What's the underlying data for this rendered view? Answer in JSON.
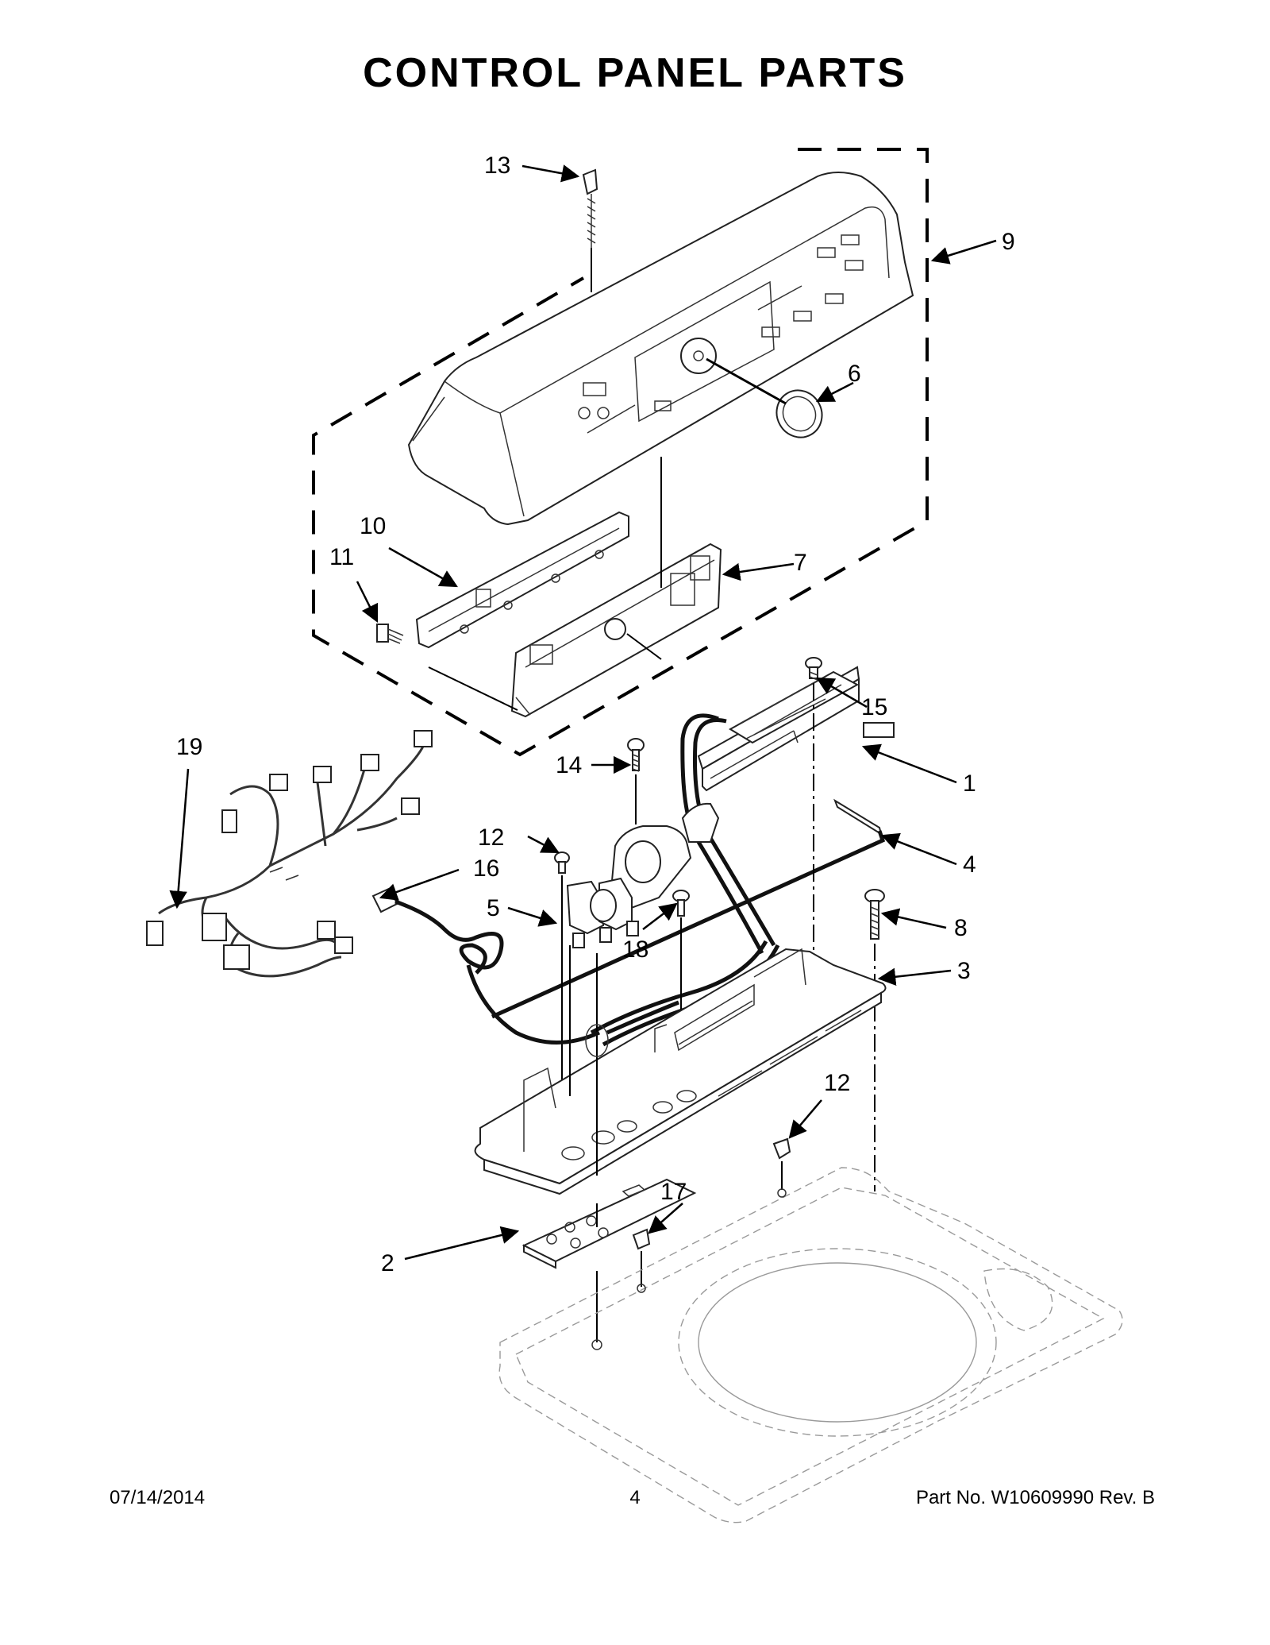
{
  "title": "CONTROL PANEL PARTS",
  "callouts": [
    "1",
    "2",
    "3",
    "4",
    "5",
    "6",
    "7",
    "8",
    "9",
    "10",
    "11",
    "12",
    "13",
    "14",
    "14",
    "15",
    "16",
    "17",
    "18",
    "19"
  ],
  "footer": {
    "date": "07/14/2014",
    "page": "4",
    "part_no": "Part No.  W10609990  Rev.  B"
  }
}
